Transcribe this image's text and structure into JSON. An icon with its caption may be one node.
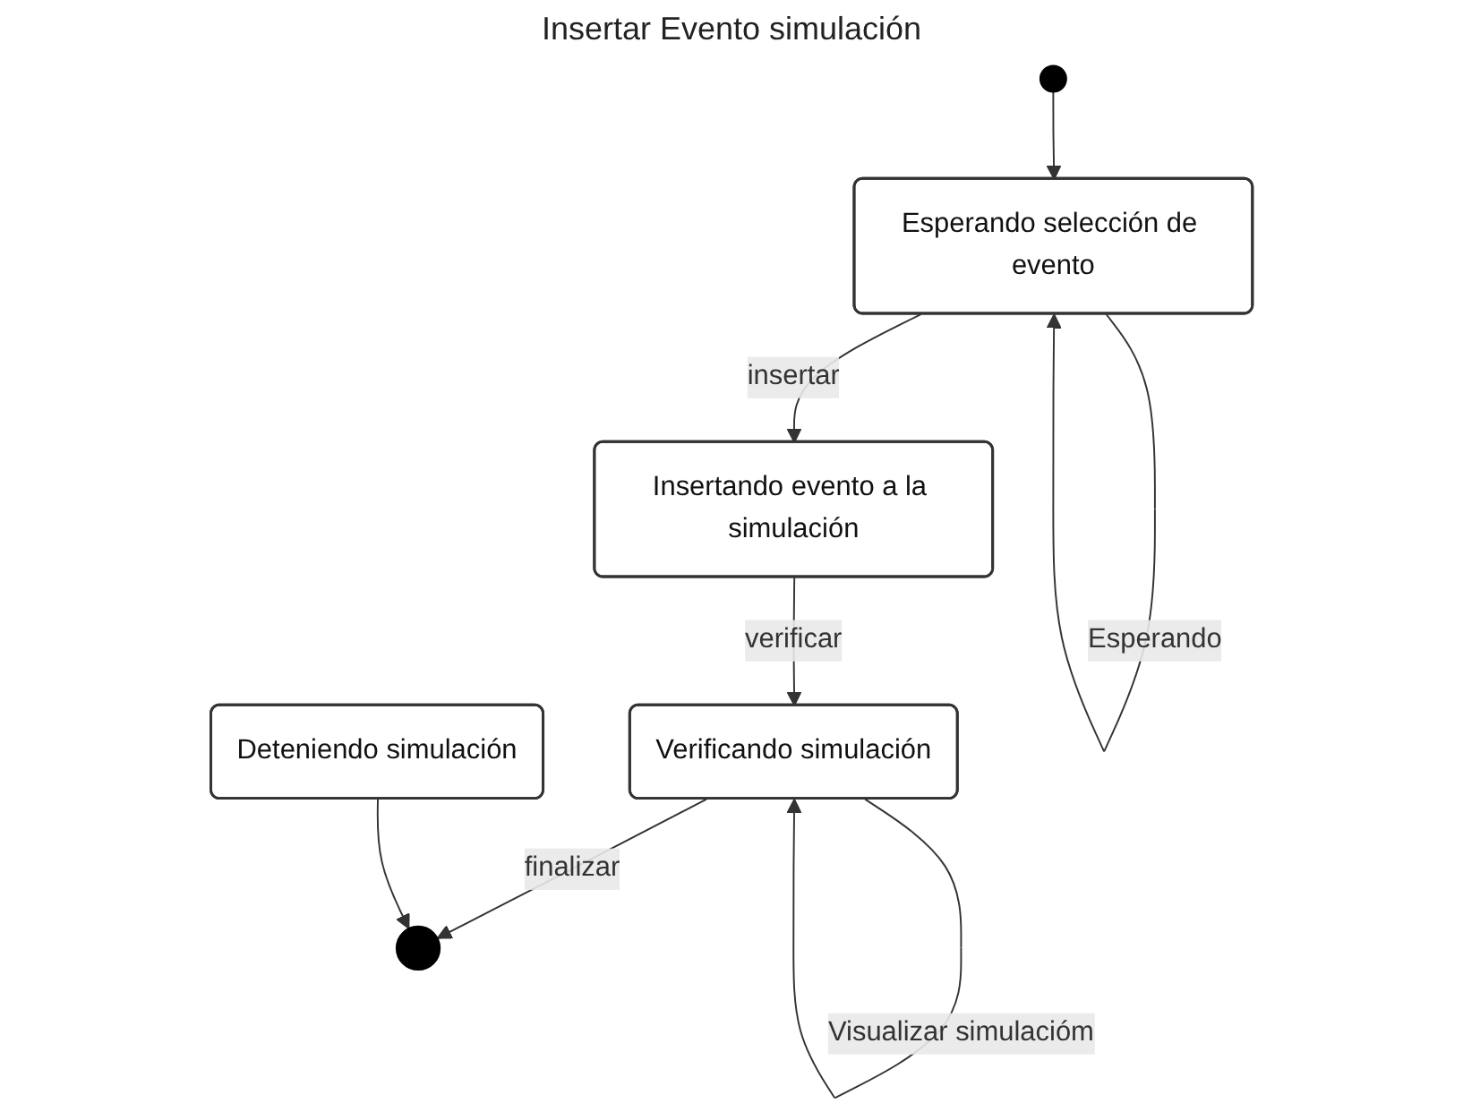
{
  "diagram": {
    "title": "Insertar Evento simulación",
    "nodes": [
      {
        "text": [],
        "shape": "circle"
      },
      {
        "text": [
          "Esperando selección de evento"
        ]
      },
      {
        "text": [
          "Insertando evento a la simulación"
        ]
      },
      {
        "text": [
          "Deteniendo simulación"
        ]
      },
      {
        "text": [
          "Verificando simulación"
        ]
      },
      {
        "text": [],
        "shape": "circle"
      }
    ],
    "edges": [
      {
        "from": 0,
        "to": 1,
        "arrow": "to"
      },
      {
        "from": 1,
        "to": 1,
        "label": "Esperando",
        "arrow": "to"
      },
      {
        "from": 1,
        "to": 2,
        "label": "insertar",
        "arrow": "to"
      },
      {
        "from": 2,
        "to": 4,
        "label": "verificar",
        "arrow": "to"
      },
      {
        "from": 4,
        "to": 4,
        "label": "Visualizar simulacióm",
        "arrow": "to"
      },
      {
        "from": 4,
        "to": 5,
        "label": "finalizar",
        "arrow": "to"
      },
      {
        "from": 3,
        "to": 5,
        "arrow": "to"
      }
    ]
  }
}
